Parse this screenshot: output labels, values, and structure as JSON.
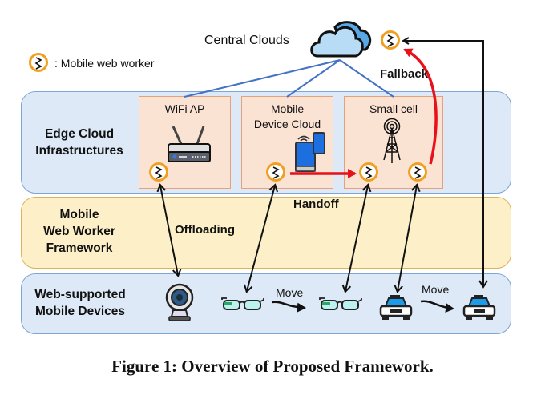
{
  "legend": {
    "icon": "mobile-web-worker-icon",
    "label": ": Mobile web worker"
  },
  "central_clouds": {
    "label": "Central Clouds",
    "icon": "cloud-icon"
  },
  "layers": {
    "edge": {
      "label_line1": "Edge Cloud",
      "label_line2": "Infrastructures"
    },
    "framework": {
      "label_line1": "Mobile",
      "label_line2": "Web Worker",
      "label_line3": "Framework"
    },
    "devices": {
      "label_line1": "Web-supported",
      "label_line2": "Mobile Devices"
    }
  },
  "edge_nodes": [
    {
      "title_line1": "WiFi AP",
      "title_line2": "",
      "icon": "router-icon"
    },
    {
      "title_line1": "Mobile",
      "title_line2": "Device Cloud",
      "icon": "mobile-devices-icon"
    },
    {
      "title_line1": "Small cell",
      "title_line2": "",
      "icon": "cell-tower-icon"
    }
  ],
  "annotations": {
    "fallback": "Fallback",
    "offloading": "Offloading",
    "handoff": "Handoff",
    "move_1": "Move",
    "move_2": "Move"
  },
  "devices": [
    {
      "name": "webcam",
      "icon": "webcam-icon"
    },
    {
      "name": "smart glasses",
      "icon": "smart-glasses-icon"
    },
    {
      "name": "smart glasses (moved)",
      "icon": "smart-glasses-icon"
    },
    {
      "name": "car",
      "icon": "car-icon"
    },
    {
      "name": "car (moved)",
      "icon": "car-icon"
    }
  ],
  "colors": {
    "worker_ring": "#f0a020",
    "fallback_arrow": "#e8101a",
    "handoff_arrow": "#e8101a",
    "cloud_links": "#4472c4",
    "edge_layer_fill": "#dde9f6",
    "framework_layer_fill": "#fdf0c8",
    "node_box_fill": "#fbe3d3"
  },
  "caption": "Figure 1: Overview of Proposed Framework."
}
